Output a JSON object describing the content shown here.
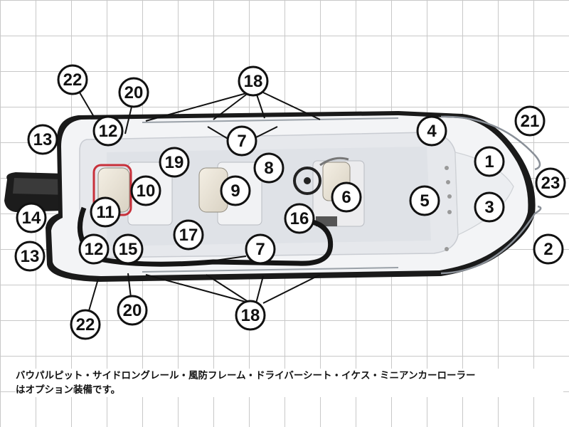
{
  "diagram": {
    "caption_line1": "バウパルピット・サイドロングレール・風防フレーム・ドライバーシート・イケス・ミニアンカーローラー",
    "caption_line2": "はオプション装備です。",
    "callouts": [
      {
        "id": "c1",
        "label": "1"
      },
      {
        "id": "c2",
        "label": "2"
      },
      {
        "id": "c3",
        "label": "3"
      },
      {
        "id": "c4",
        "label": "4"
      },
      {
        "id": "c5",
        "label": "5"
      },
      {
        "id": "c6",
        "label": "6"
      },
      {
        "id": "c7a",
        "label": "7"
      },
      {
        "id": "c7b",
        "label": "7"
      },
      {
        "id": "c8",
        "label": "8"
      },
      {
        "id": "c9",
        "label": "9"
      },
      {
        "id": "c10",
        "label": "10"
      },
      {
        "id": "c11",
        "label": "11"
      },
      {
        "id": "c12a",
        "label": "12"
      },
      {
        "id": "c12b",
        "label": "12"
      },
      {
        "id": "c13a",
        "label": "13"
      },
      {
        "id": "c13b",
        "label": "13"
      },
      {
        "id": "c14",
        "label": "14"
      },
      {
        "id": "c15",
        "label": "15"
      },
      {
        "id": "c16",
        "label": "16"
      },
      {
        "id": "c17",
        "label": "17"
      },
      {
        "id": "c18a",
        "label": "18"
      },
      {
        "id": "c18b",
        "label": "18"
      },
      {
        "id": "c19",
        "label": "19"
      },
      {
        "id": "c20a",
        "label": "20"
      },
      {
        "id": "c20b",
        "label": "20"
      },
      {
        "id": "c21",
        "label": "21"
      },
      {
        "id": "c22a",
        "label": "22"
      },
      {
        "id": "c22b",
        "label": "22"
      },
      {
        "id": "c23",
        "label": "23"
      }
    ]
  }
}
